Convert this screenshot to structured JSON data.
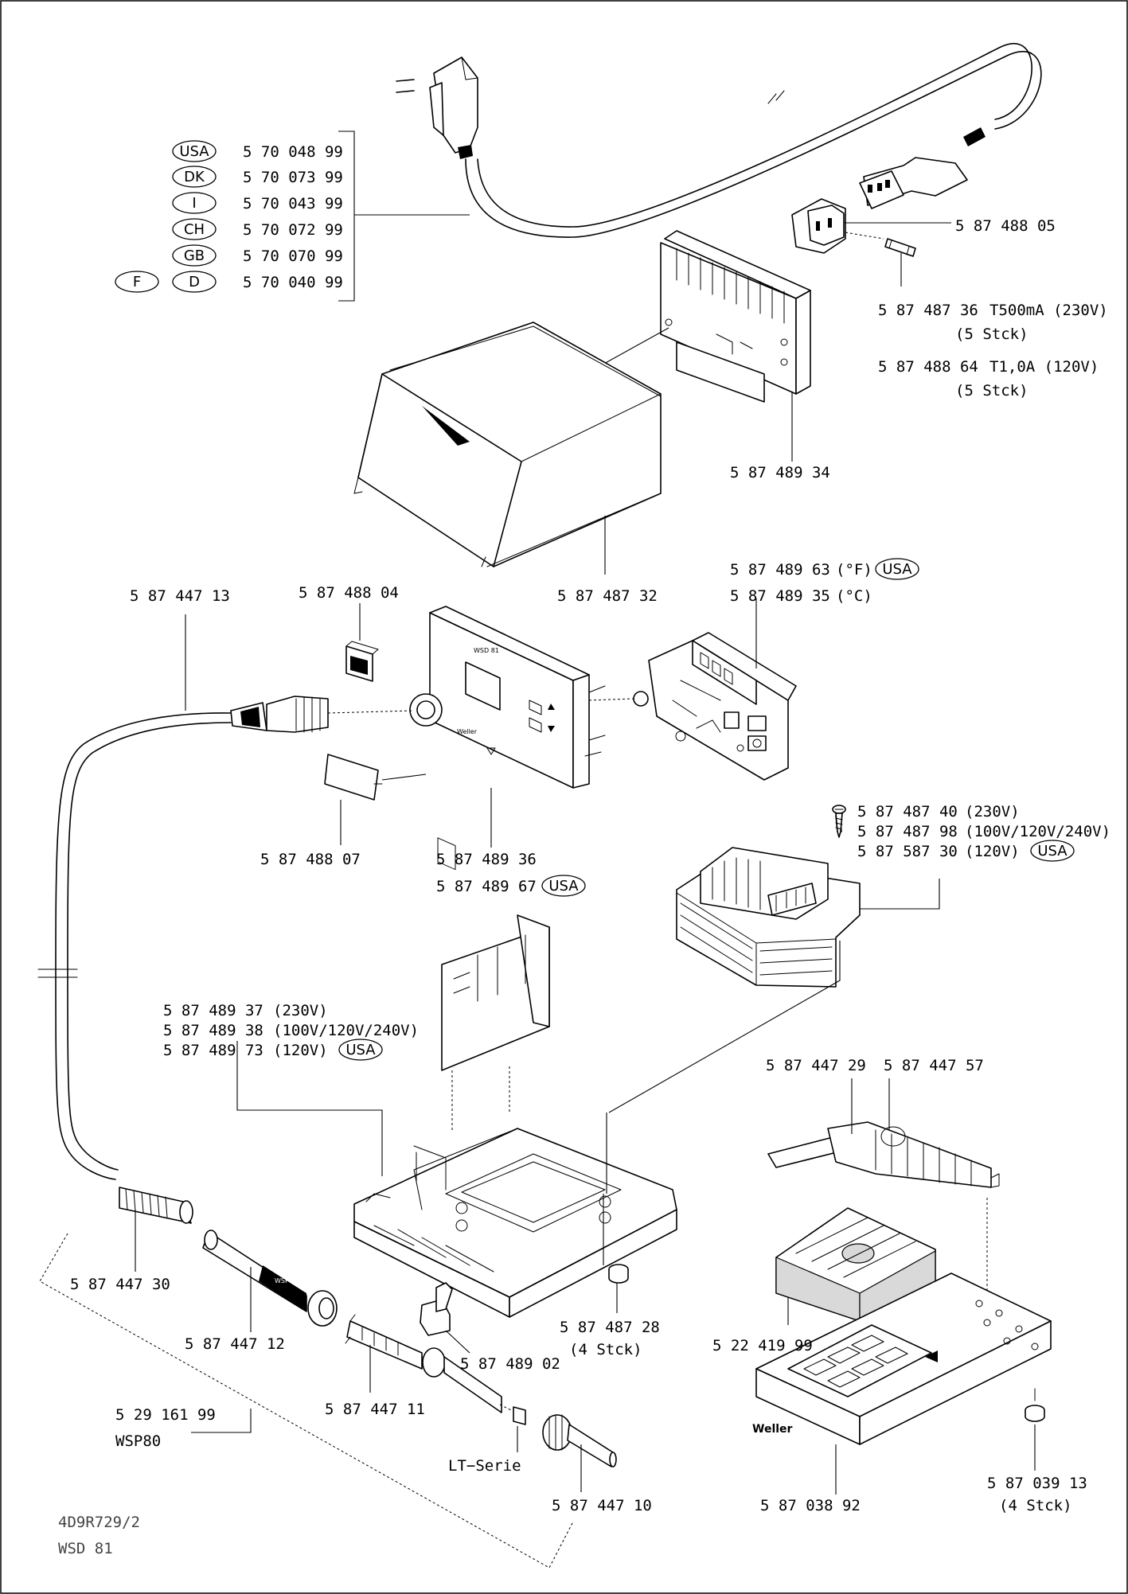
{
  "cord": {
    "variants": [
      {
        "country": "USA",
        "part": "5 70 048 99"
      },
      {
        "country": "DK",
        "part": "5 70 073 99"
      },
      {
        "country": "I",
        "part": "5 70 043 99"
      },
      {
        "country": "CH",
        "part": "5 70 072 99"
      },
      {
        "country": "GB",
        "part": "5 70 070 99"
      },
      {
        "country": "D",
        "extra_country": "F",
        "part": "5 70 040 99"
      }
    ]
  },
  "labels": {
    "socket": "5 87 488 05",
    "fuse_230_part": "5 87 487 36",
    "fuse_230_spec": "T500mA  (230V)",
    "fuse_qty": "(5  Stck)",
    "fuse_120_part": "5 87 488 64",
    "fuse_120_spec": "T1,0A  (120V)",
    "heatsink": "5 87 489 34",
    "cover": "5 87 487 32",
    "pcb_f": "5 87 489 63",
    "pcb_f_unit": "(°F)",
    "pcb_c": "5 87 489 35",
    "pcb_c_unit": "(°C)",
    "usa": "USA",
    "cable": "5 87 447 13",
    "switch": "5 87 488 04",
    "window": "5 87 488 07",
    "front": "5 87 489 36",
    "front_usa": "5 87 489 67",
    "transformer_230": "5 87 487 40",
    "transformer_230_v": "(230V)",
    "transformer_multi": "5 87 487 98",
    "transformer_multi_v": "(100V/120V/240V)",
    "transformer_120": "5 87 587 30",
    "transformer_120_v": "(120V)",
    "base_230": "5 87 489 37",
    "base_230_v": "(230V)",
    "base_multi": "5 87 489 38",
    "base_multi_v": "(100V/120V/240V)",
    "base_120": "5 87 489 73",
    "base_120_v": "(120V)",
    "holder_a": "5 87 447 29",
    "holder_b": "5 87 447 57",
    "sleeve": "5 87 447 30",
    "handle": "5 87 447 12",
    "foot": "5 87 487 28",
    "foot_qty": "(4  Stck)",
    "knob": "5 87 489 02",
    "sponge": "5 22 419 99",
    "element": "5 87 447 11",
    "iron_part": "5 29 161  99",
    "iron_name": "WSP80",
    "tip_series": "LT−Serie",
    "tip": "5 87 447 10",
    "tray": "5 87 038 92",
    "tray_foot": "5 87 039 13",
    "tray_foot_qty": "(4  Stck)"
  },
  "drawing": {
    "code": "4D9R729/2",
    "model": "WSD 81"
  },
  "markings": {
    "front_model": "WSD 81",
    "brand": "Weller",
    "handle_mark": "WSP 80"
  }
}
